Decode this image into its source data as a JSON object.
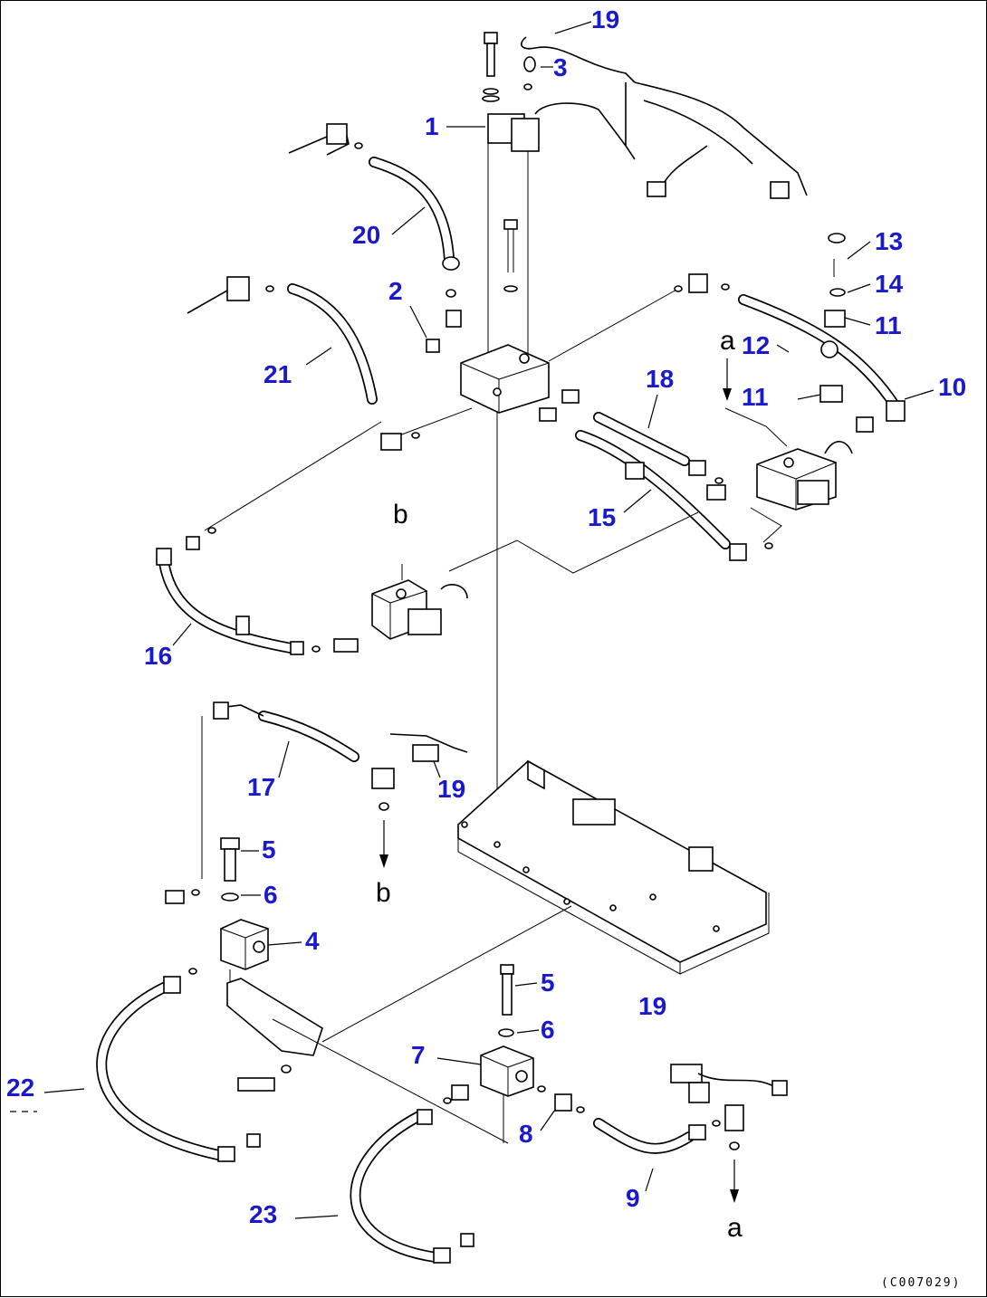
{
  "drawing_code": "(C007029)",
  "callouts": [
    {
      "num": "19"
    },
    {
      "num": "3"
    },
    {
      "num": "1"
    },
    {
      "num": "20"
    },
    {
      "num": "2"
    },
    {
      "num": "21"
    },
    {
      "num": "13"
    },
    {
      "num": "14"
    },
    {
      "num": "11"
    },
    {
      "num": "12"
    },
    {
      "num": "11"
    },
    {
      "num": "10"
    },
    {
      "num": "18"
    },
    {
      "num": "15"
    },
    {
      "num": "16"
    },
    {
      "num": "17"
    },
    {
      "num": "19"
    },
    {
      "num": "5"
    },
    {
      "num": "6"
    },
    {
      "num": "4"
    },
    {
      "num": "5"
    },
    {
      "num": "6"
    },
    {
      "num": "7"
    },
    {
      "num": "19"
    },
    {
      "num": "8"
    },
    {
      "num": "9"
    },
    {
      "num": "22"
    },
    {
      "num": "23"
    }
  ],
  "connection_refs": [
    {
      "letter": "a"
    },
    {
      "letter": "b"
    },
    {
      "letter": "b"
    },
    {
      "letter": "a"
    }
  ]
}
